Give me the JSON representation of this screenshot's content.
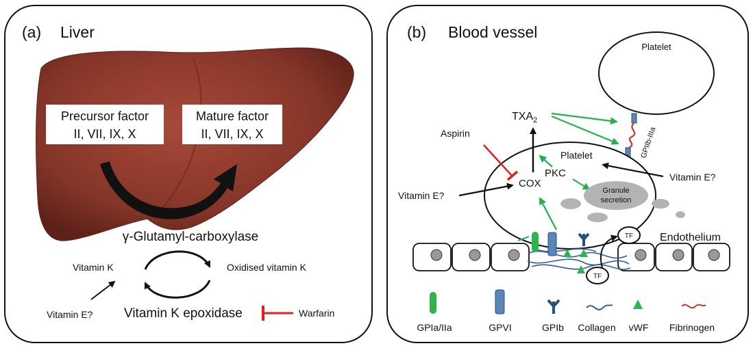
{
  "panel_a": {
    "label": "(a)",
    "title": "Liver",
    "precursor_title": "Precursor factor",
    "precursor_factors": "II, VII, IX, X",
    "mature_title": "Mature factor",
    "mature_factors": "II, VII, IX, X",
    "enzyme": "γ-Glutamyl-carboxylase",
    "vitamin_k": "Vitamin K",
    "oxidised_vitamin_k": "Oxidised vitamin K",
    "vitamin_e": "Vitamin E?",
    "epoxidase": "Vitamin K epoxidase",
    "warfarin": "Warfarin"
  },
  "panel_b": {
    "label": "(b)",
    "title": "Blood vessel",
    "platelet_top": "Platelet",
    "platelet_main": "Platelet",
    "txa_base": "TXA",
    "txa_sub": "2",
    "gp_receptor": "GPIIb-IIIa",
    "aspirin": "Aspirin",
    "pkc": "PKC",
    "cox": "COX",
    "granule_line1": "Granule",
    "granule_line2": "secretion",
    "vitamin_e_right": "Vitamin E?",
    "vitamin_e_left": "Vitamin E?",
    "tf_top": "TF",
    "tf_bottom": "TF",
    "endothelium": "Endothelium"
  },
  "legend": [
    {
      "label": "GPIa/IIa",
      "icon": "gpia-iia-icon"
    },
    {
      "label": "GPVI",
      "icon": "gpvi-icon"
    },
    {
      "label": "GPIb",
      "icon": "gpib-icon"
    },
    {
      "label": "Collagen",
      "icon": "collagen-icon"
    },
    {
      "label": "vWF",
      "icon": "vwf-icon"
    },
    {
      "label": "Fibrinogen",
      "icon": "fibrinogen-icon"
    }
  ],
  "colors": {
    "activation_arrow": "#22b14c",
    "inhibition": "#e02020",
    "liver": "#8b3a2f",
    "gpvi": "#5a86b8",
    "gpib": "#27507a",
    "collagen": "#2f5d9b",
    "fibrinogen": "#c0392b"
  }
}
